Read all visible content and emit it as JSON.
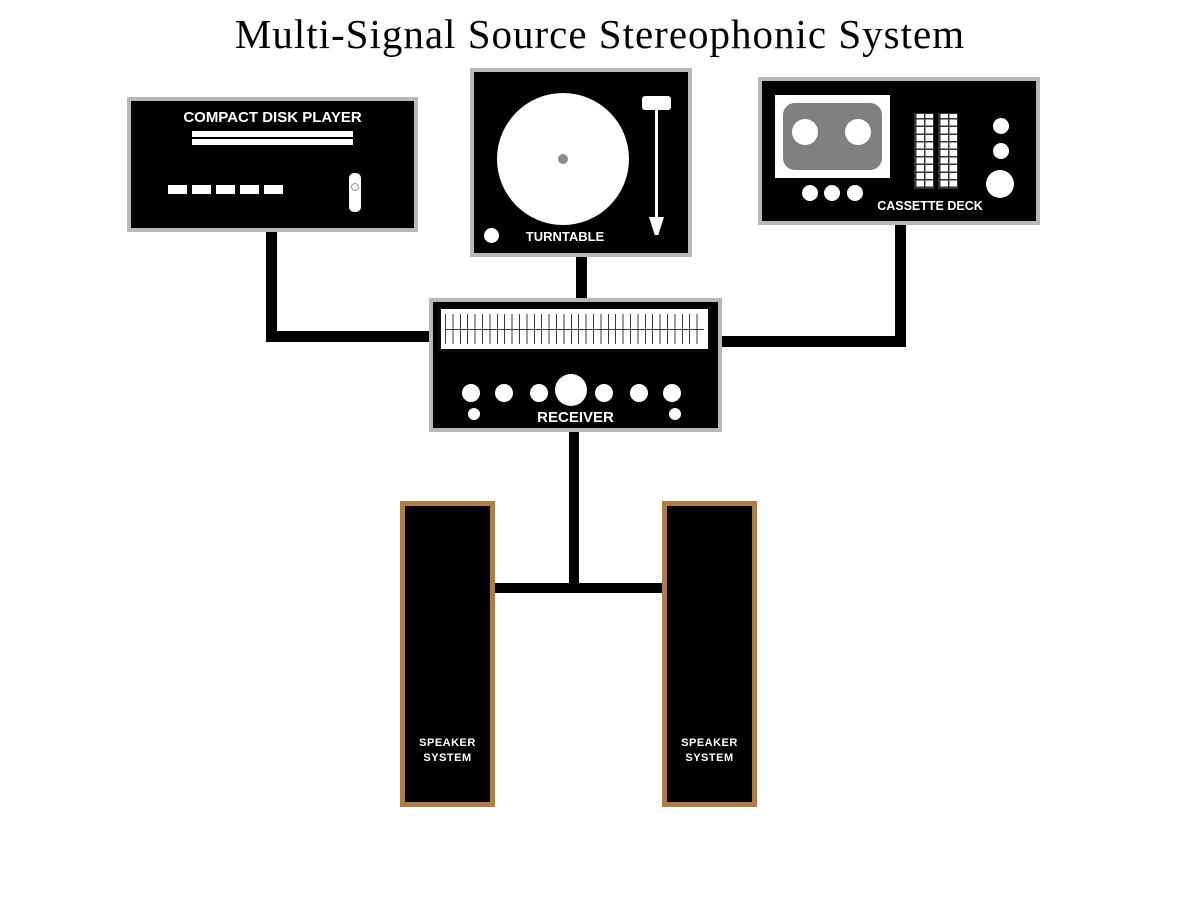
{
  "title": "Multi-Signal Source Stereophonic System",
  "devices": {
    "cd_player": {
      "label": "COMPACT DISK PLAYER"
    },
    "turntable": {
      "label": "TURNTABLE"
    },
    "cassette_deck": {
      "label": "CASSETTE DECK"
    },
    "receiver": {
      "label": "RECEIVER"
    },
    "speaker_left": {
      "label": "SPEAKER\nSYSTEM"
    },
    "speaker_right": {
      "label": "SPEAKER\nSYSTEM"
    }
  },
  "connections": [
    {
      "from": "compact-disk-player",
      "to": "receiver"
    },
    {
      "from": "turntable",
      "to": "receiver"
    },
    {
      "from": "cassette-deck",
      "to": "receiver"
    },
    {
      "from": "receiver",
      "to": "speaker-system-left"
    },
    {
      "from": "receiver",
      "to": "speaker-system-right"
    }
  ],
  "colors": {
    "background": "#ffffff",
    "device_body": "#000000",
    "device_border": "#b8b8b8",
    "speaker_border": "#ad7d45",
    "cassette_body": "#808080",
    "connector_line": "#000000",
    "label_text": "#ffffff",
    "title_text": "#000000"
  }
}
